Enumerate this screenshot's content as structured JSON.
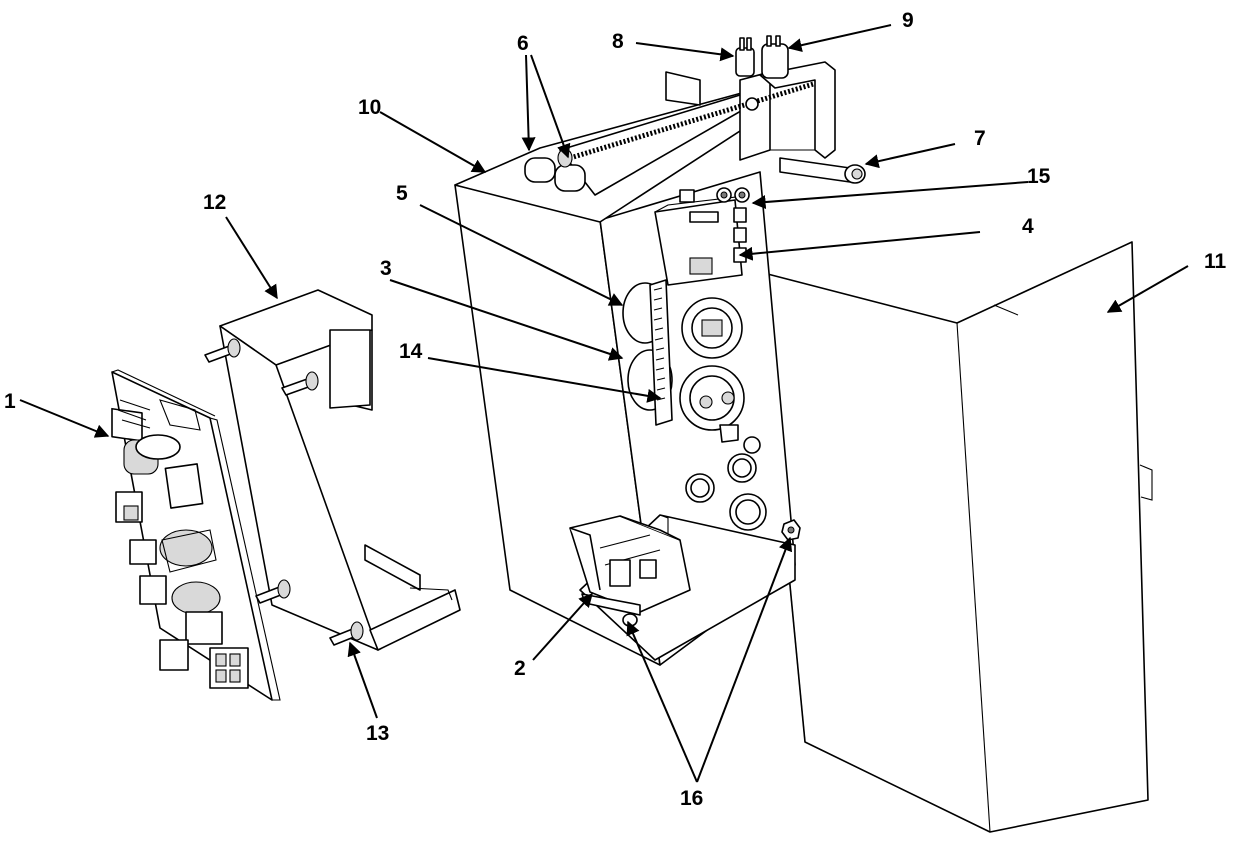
{
  "diagram": {
    "callouts": [
      {
        "id": "1",
        "label": "1"
      },
      {
        "id": "2",
        "label": "2"
      },
      {
        "id": "3",
        "label": "3"
      },
      {
        "id": "4",
        "label": "4"
      },
      {
        "id": "5",
        "label": "5"
      },
      {
        "id": "6",
        "label": "6"
      },
      {
        "id": "7",
        "label": "7"
      },
      {
        "id": "8",
        "label": "8"
      },
      {
        "id": "9",
        "label": "9"
      },
      {
        "id": "10",
        "label": "10"
      },
      {
        "id": "11",
        "label": "11"
      },
      {
        "id": "12",
        "label": "12"
      },
      {
        "id": "13",
        "label": "13"
      },
      {
        "id": "14",
        "label": "14"
      },
      {
        "id": "15",
        "label": "15"
      },
      {
        "id": "16",
        "label": "16"
      }
    ],
    "colors": {
      "line": "#000000",
      "background": "#ffffff",
      "shade": "#d9d9d9"
    }
  }
}
